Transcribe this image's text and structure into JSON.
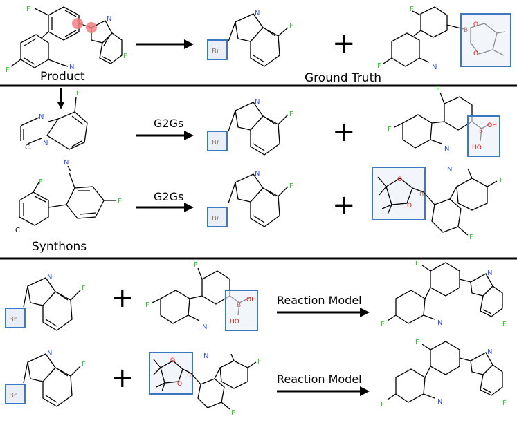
{
  "labels": {
    "product": "Product",
    "ground_truth": "Ground Truth",
    "synthons": "Synthons",
    "g2gs_1": "G2Gs",
    "g2gs_2": "G2Gs",
    "reaction_model_1": "Reaction Model",
    "reaction_model_2": "Reaction Model",
    "plus": "+"
  },
  "atoms": {
    "F": "F",
    "N": "N",
    "Br": "Br",
    "B": "B",
    "O": "O",
    "OH": "OH",
    "HO": "HO",
    "C_dot": "C."
  },
  "colors": {
    "highlight_box_stroke": "#3a78c2",
    "highlight_box_fill": "#e9eef7",
    "reaction_center": "#f28080",
    "fluorine": "#33cc33",
    "nitrogen": "#3050f8",
    "oxygen": "#ff0d0d"
  }
}
